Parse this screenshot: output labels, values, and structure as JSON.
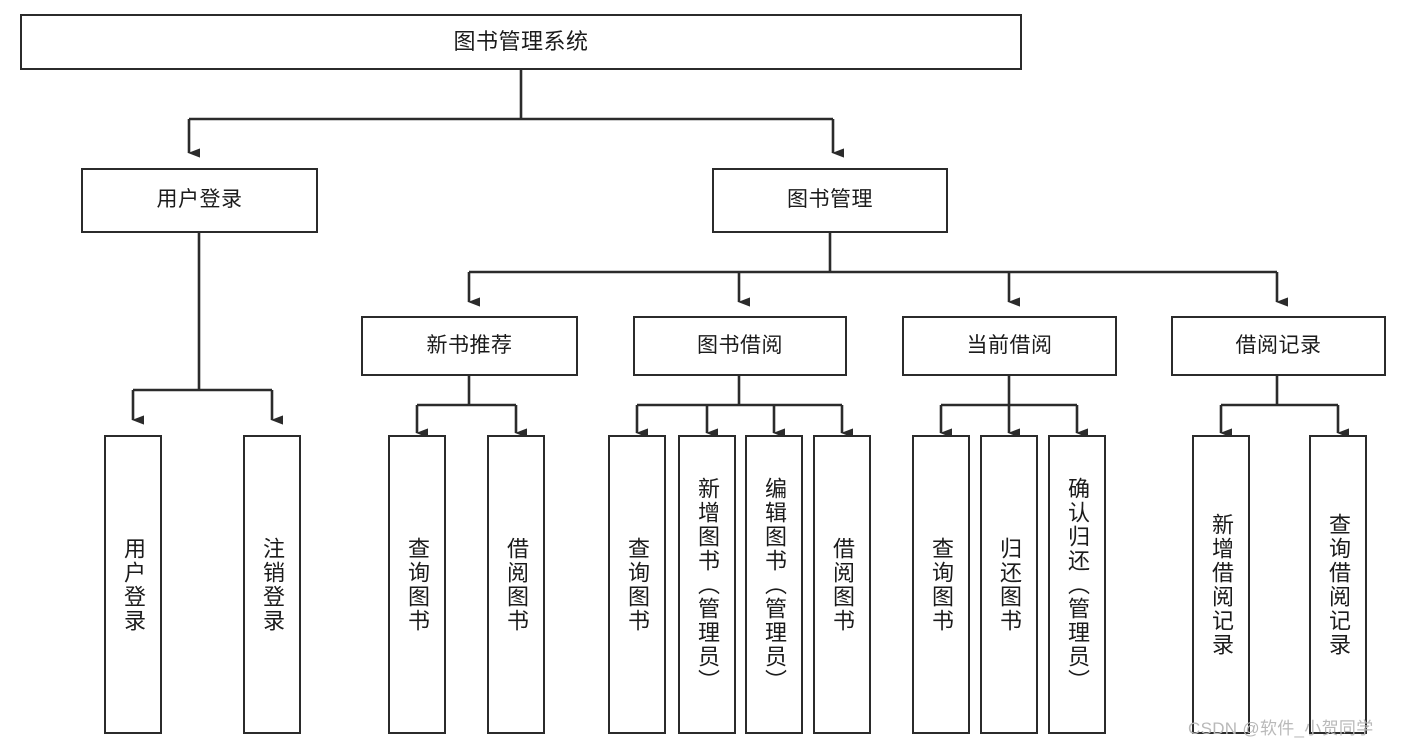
{
  "diagram": {
    "title": "图书管理系统",
    "type": "tree-hierarchy-diagram",
    "nodes": {
      "root": {
        "label": "图书管理系统"
      },
      "level2": [
        {
          "id": "user-login",
          "label": "用户登录"
        },
        {
          "id": "book-management",
          "label": "图书管理"
        }
      ],
      "level3": [
        {
          "id": "new-book-recommend",
          "label": "新书推荐"
        },
        {
          "id": "book-borrow",
          "label": "图书借阅"
        },
        {
          "id": "current-borrow",
          "label": "当前借阅"
        },
        {
          "id": "borrow-record",
          "label": "借阅记录"
        }
      ],
      "leaves": {
        "user-login": [
          {
            "id": "leaf-user-login",
            "label": "用户登录"
          },
          {
            "id": "leaf-logout-login",
            "label": "注销登录"
          }
        ],
        "new-book-recommend": [
          {
            "id": "leaf-query-book-1",
            "label": "查询图书"
          },
          {
            "id": "leaf-borrow-book-1",
            "label": "借阅图书"
          }
        ],
        "book-borrow": [
          {
            "id": "leaf-query-book-2",
            "label": "查询图书"
          },
          {
            "id": "leaf-add-book-admin",
            "label": "新增图书（管理员）"
          },
          {
            "id": "leaf-edit-book-admin",
            "label": "编辑图书（管理员）"
          },
          {
            "id": "leaf-borrow-book-2",
            "label": "借阅图书"
          }
        ],
        "current-borrow": [
          {
            "id": "leaf-query-book-3",
            "label": "查询图书"
          },
          {
            "id": "leaf-return-book",
            "label": "归还图书"
          },
          {
            "id": "leaf-confirm-return-admin",
            "label": "确认归还（管理员）"
          }
        ],
        "borrow-record": [
          {
            "id": "leaf-add-borrow-record",
            "label": "新增借阅记录"
          },
          {
            "id": "leaf-query-borrow-record",
            "label": "查询借阅记录"
          }
        ]
      }
    },
    "watermark": "CSDN @软件_小贺同学",
    "colors": {
      "border": "#2b2b2b",
      "background": "#ffffff",
      "text": "#1b1b1b",
      "watermark": "#b9b9b9"
    }
  }
}
